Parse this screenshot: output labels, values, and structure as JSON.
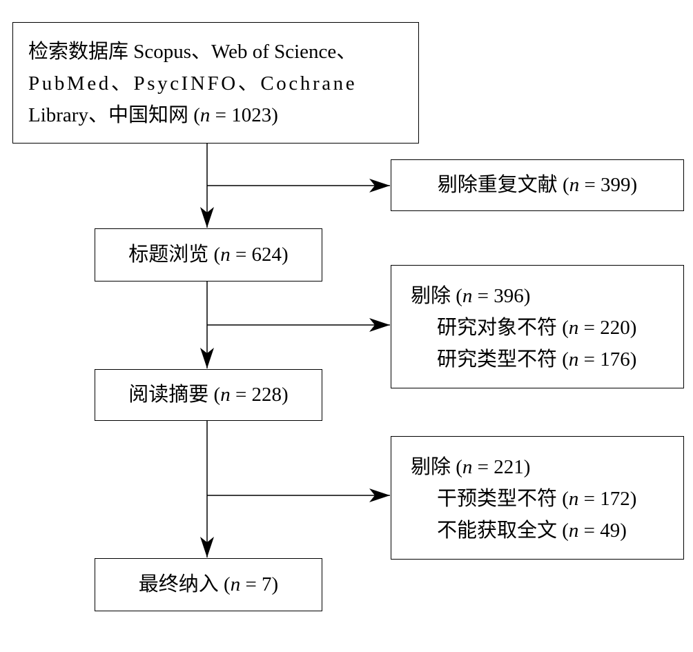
{
  "search": {
    "line1": "检索数据库 Scopus、Web of Science、",
    "line2": "PubMed、PsycINFO、Cochrane",
    "line3_prefix": "Library、中国知网 (",
    "n": "n",
    "line3_suffix": " = 1023)"
  },
  "duplicates": {
    "prefix": "剔除重复文献 (",
    "n": "n",
    "suffix": " = 399)"
  },
  "title_screen": {
    "prefix": "标题浏览 (",
    "n": "n",
    "suffix": " = 624)"
  },
  "exclusion1": {
    "head_prefix": "剔除 (",
    "n": "n",
    "head_suffix": " = 396)",
    "reasons": [
      {
        "prefix": "研究对象不符 (",
        "n": "n",
        "suffix": " = 220)"
      },
      {
        "prefix": "研究类型不符 (",
        "n": "n",
        "suffix": " = 176)"
      }
    ]
  },
  "abstract_screen": {
    "prefix": "阅读摘要 (",
    "n": "n",
    "suffix": " = 228)"
  },
  "exclusion2": {
    "head_prefix": "剔除 (",
    "n": "n",
    "head_suffix": " = 221)",
    "reasons": [
      {
        "prefix": "干预类型不符 (",
        "n": "n",
        "suffix": " = 172)"
      },
      {
        "prefix": "不能获取全文 (",
        "n": "n",
        "suffix": " = 49)"
      }
    ]
  },
  "final": {
    "prefix": "最终纳入 (",
    "n": "n",
    "suffix": " = 7)"
  },
  "colors": {
    "stroke": "#000000",
    "background": "#ffffff"
  }
}
